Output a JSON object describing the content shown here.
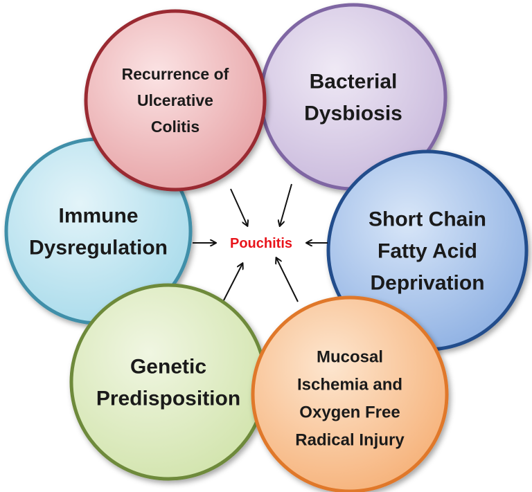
{
  "center": {
    "label": "Pouchitis",
    "color": "#e8141b"
  },
  "causes": [
    {
      "key": "recurrence",
      "lines": [
        "Recurrence of",
        "Ulcerative",
        "Colitis"
      ],
      "fill_light": "#fbe3e4",
      "fill_dark": "#e7a3a6",
      "stroke": "#9a2a30"
    },
    {
      "key": "bacterial",
      "lines": [
        "Bacterial",
        "Dysbiosis"
      ],
      "fill_light": "#efe9f5",
      "fill_dark": "#c9b9dc",
      "stroke": "#7f66a3"
    },
    {
      "key": "scfa",
      "lines": [
        "Short Chain",
        "Fatty Acid",
        "Deprivation"
      ],
      "fill_light": "#d8e6f8",
      "fill_dark": "#8fb1e3",
      "stroke": "#244d8c"
    },
    {
      "key": "ischemia",
      "lines": [
        "Mucosal",
        "Ischemia and",
        "Oxygen Free",
        "Radical Injury"
      ],
      "fill_light": "#fde6cf",
      "fill_dark": "#f6b27a",
      "stroke": "#e0782a"
    },
    {
      "key": "genetic",
      "lines": [
        "Genetic",
        "Predisposition"
      ],
      "fill_light": "#f0f6e2",
      "fill_dark": "#d2e4ad",
      "stroke": "#6e8a3a"
    },
    {
      "key": "immune",
      "lines": [
        "Immune",
        "Dysregulation"
      ],
      "fill_light": "#e3f4f9",
      "fill_dark": "#a9dbeb",
      "stroke": "#3f8fa9"
    }
  ]
}
